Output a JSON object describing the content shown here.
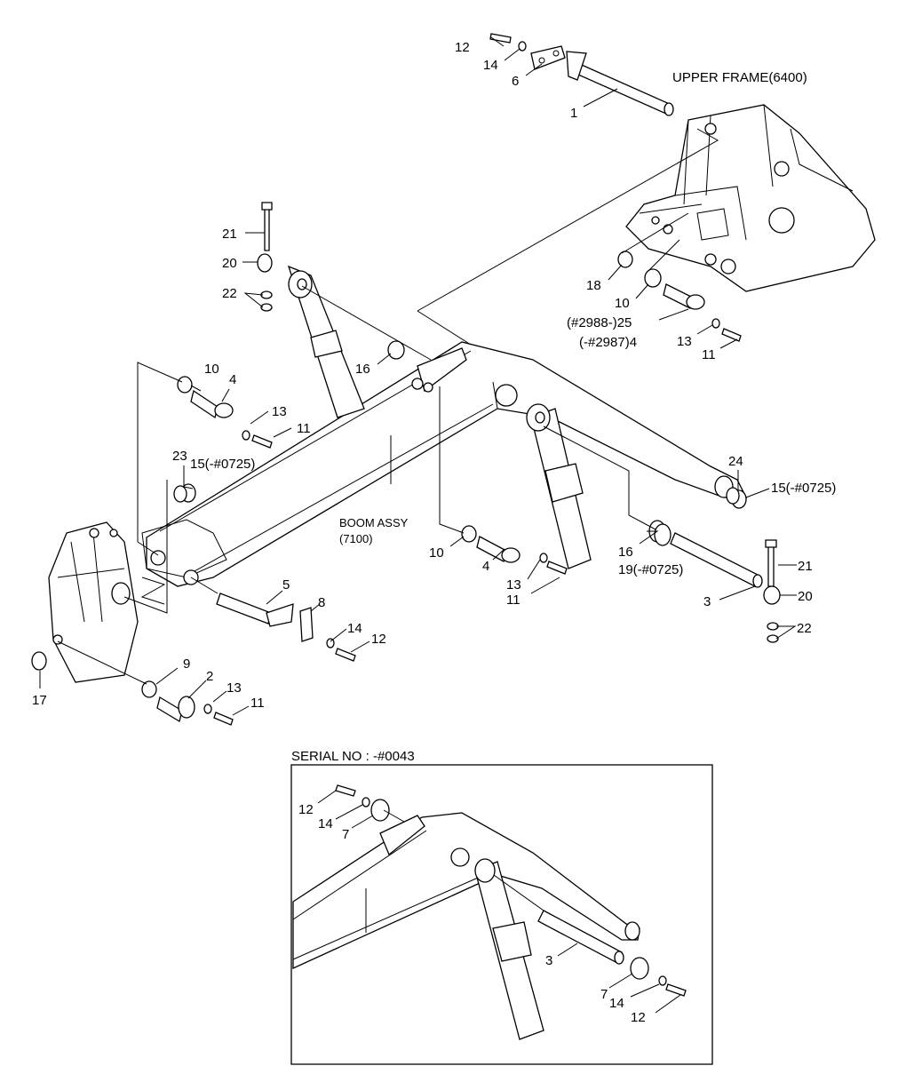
{
  "assemblies": {
    "upper_frame": "UPPER FRAME(6400)",
    "boom_assy_line1": "BOOM ASSY",
    "boom_assy_line2": "(7100)"
  },
  "inset": {
    "title": "SERIAL NO : -#0043"
  },
  "callouts": {
    "c12a": "12",
    "c14a": "14",
    "c6": "6",
    "c1": "1",
    "c21a": "21",
    "c20a": "20",
    "c22a": "22",
    "c18": "18",
    "c10a": "10",
    "c25": "(#2988-)25",
    "c4a": "(-#2987)4",
    "c13a": "13",
    "c11a": "11",
    "c16a": "16",
    "c10b": "10",
    "c4b": "4",
    "c13b": "13",
    "c11b": "11",
    "c23": "23",
    "c15a": "15(-#0725)",
    "c24": "24",
    "c15b": "15(-#0725)",
    "c10c": "10",
    "c4c": "4",
    "c13c": "13",
    "c11c": "11",
    "c16b": "16",
    "c19": "19(-#0725)",
    "c21b": "21",
    "c20b": "20",
    "c3": "3",
    "c22b": "22",
    "c5": "5",
    "c8": "8",
    "c14b": "14",
    "c12b": "12",
    "c17": "17",
    "c9": "9",
    "c2": "2",
    "c13d": "13",
    "c11d": "11",
    "i12a": "12",
    "i14a": "14",
    "i7a": "7",
    "i3": "3",
    "i7b": "7",
    "i14b": "14",
    "i12b": "12"
  }
}
